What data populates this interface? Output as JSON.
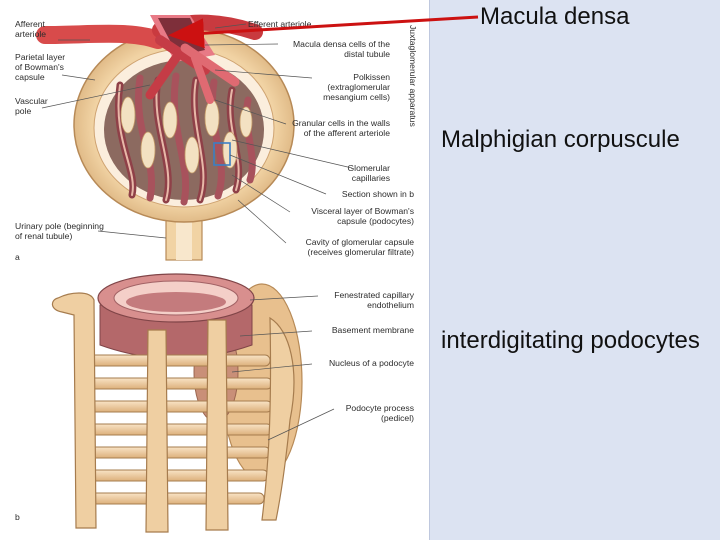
{
  "slide": {
    "annotations": [
      "Macula densa",
      "Malphigian corpuscule",
      "interdigitating podocytes"
    ],
    "arrow_color": "#cc1111",
    "panel_color": "#dce3f2"
  },
  "figure": {
    "left_labels": [
      [
        "Afferent",
        "arteriole"
      ],
      [
        "Parietal layer",
        "of Bowman's",
        "capsule"
      ],
      [
        "Vascular",
        "pole"
      ],
      [
        "Urinary pole (beginning",
        "of renal tubule)"
      ]
    ],
    "right_labels_a": [
      [
        "Efferent arteriole"
      ],
      [
        "Macula densa cells of the",
        "distal tubule"
      ],
      [
        "Polkissen",
        "(extraglomerular",
        "mesangium cells)"
      ],
      [
        "Granular cells in the walls",
        "of the afferent arteriole"
      ],
      [
        "Glomerular",
        "capillaries"
      ],
      [
        "Section shown in b"
      ],
      [
        "Visceral layer of Bowman's",
        "capsule (podocytes)"
      ],
      [
        "Cavity of glomerular capsule",
        "(receives glomerular filtrate)"
      ]
    ],
    "vertical_label": "Juxtaglomerular apparatus",
    "panel_a": "a",
    "right_labels_b": [
      [
        "Fenestrated capillary",
        "endothelium"
      ],
      [
        "Basement membrane"
      ],
      [
        "Nucleus of a podocyte"
      ],
      [
        "Podocyte process",
        "(pedicel)"
      ]
    ],
    "panel_b": "b"
  }
}
